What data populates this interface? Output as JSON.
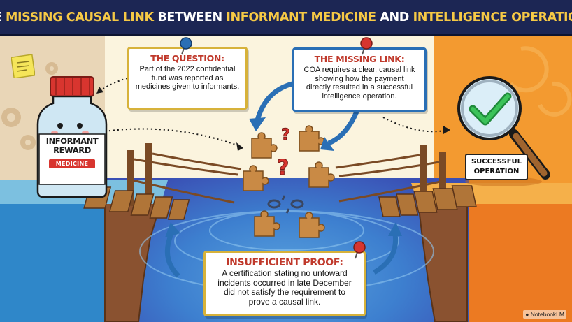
{
  "title": {
    "part1": "THE ",
    "part2": "MISSING CAUSAL LINK",
    "part3": " BETWEEN ",
    "part4": "INFORMANT MEDICINE",
    "part5": " AND ",
    "part6": "INTELLIGENCE OPERATIONS"
  },
  "question": {
    "heading": "THE QUESTION:",
    "lines": [
      "Part of the 2022 confidential",
      "fund was reported as",
      "medicines given to informants."
    ]
  },
  "missing_link": {
    "heading": "THE MISSING LINK:",
    "lines": [
      "COA requires a clear, causal link",
      "showing how the payment",
      "directly resulted in a successful",
      "intelligence operation."
    ]
  },
  "insufficient_proof": {
    "heading": "INSUFFICIENT PROOF:",
    "lines": [
      "A certification stating no untoward",
      "incidents occurred in late December",
      "did not satisfy the requirement to",
      "prove a causal link."
    ]
  },
  "bottle": {
    "line1": "INFORMANT",
    "line2": "REWARD",
    "sub": "MEDICINE"
  },
  "success": {
    "line1": "SUCCESSFUL",
    "line2": "OPERATION"
  },
  "credit": "NotebookLM",
  "colors": {
    "navy": "#1c2654",
    "gold": "#f6c945",
    "red": "#c0392b",
    "blue_border": "#2a6fb5",
    "orange": "#f39a30",
    "water": "#3d7fcf",
    "puzzle": "#c98a45"
  }
}
